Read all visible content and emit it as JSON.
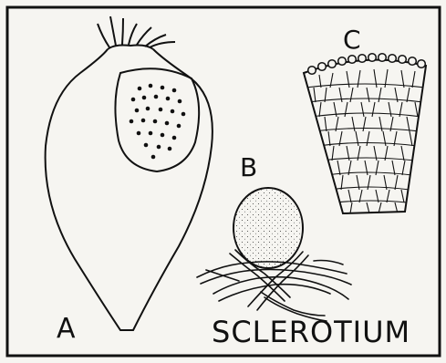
{
  "labels": {
    "a": "A",
    "b": "B",
    "c": "C",
    "title": "SCLEROTIUM"
  },
  "colors": {
    "ink": "#111111",
    "paper": "#f6f5f1"
  }
}
